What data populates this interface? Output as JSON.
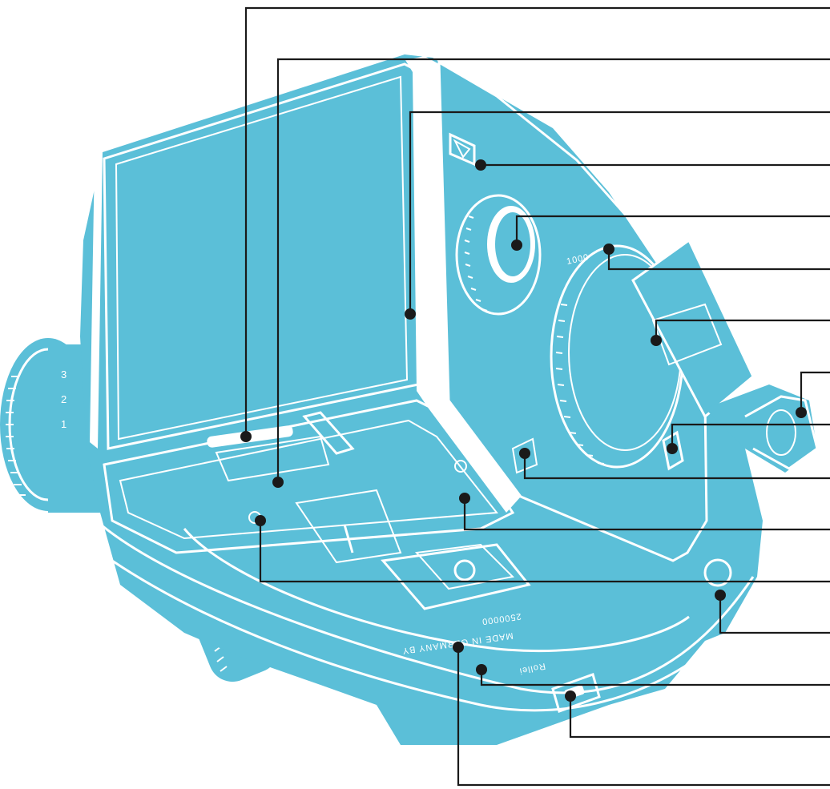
{
  "colors": {
    "camera_body": "#5bbfd8",
    "outline": "#ffffff",
    "leader_line": "#1a1a1a",
    "background": "#ffffff"
  },
  "dial_numbers": [
    "3",
    "2",
    "1"
  ],
  "lens_scale_text": "1000",
  "base_engraving": "MADE IN GERMANY BY",
  "base_serial": "2500000",
  "base_brand": "Rollei",
  "callouts": [
    {
      "id": 1
    },
    {
      "id": 2
    },
    {
      "id": 3
    },
    {
      "id": 4
    },
    {
      "id": 5
    },
    {
      "id": 6
    },
    {
      "id": 7
    },
    {
      "id": 8
    },
    {
      "id": 9
    },
    {
      "id": 10
    },
    {
      "id": 11
    },
    {
      "id": 12
    },
    {
      "id": 13
    },
    {
      "id": 14
    },
    {
      "id": 15
    },
    {
      "id": 16
    }
  ]
}
